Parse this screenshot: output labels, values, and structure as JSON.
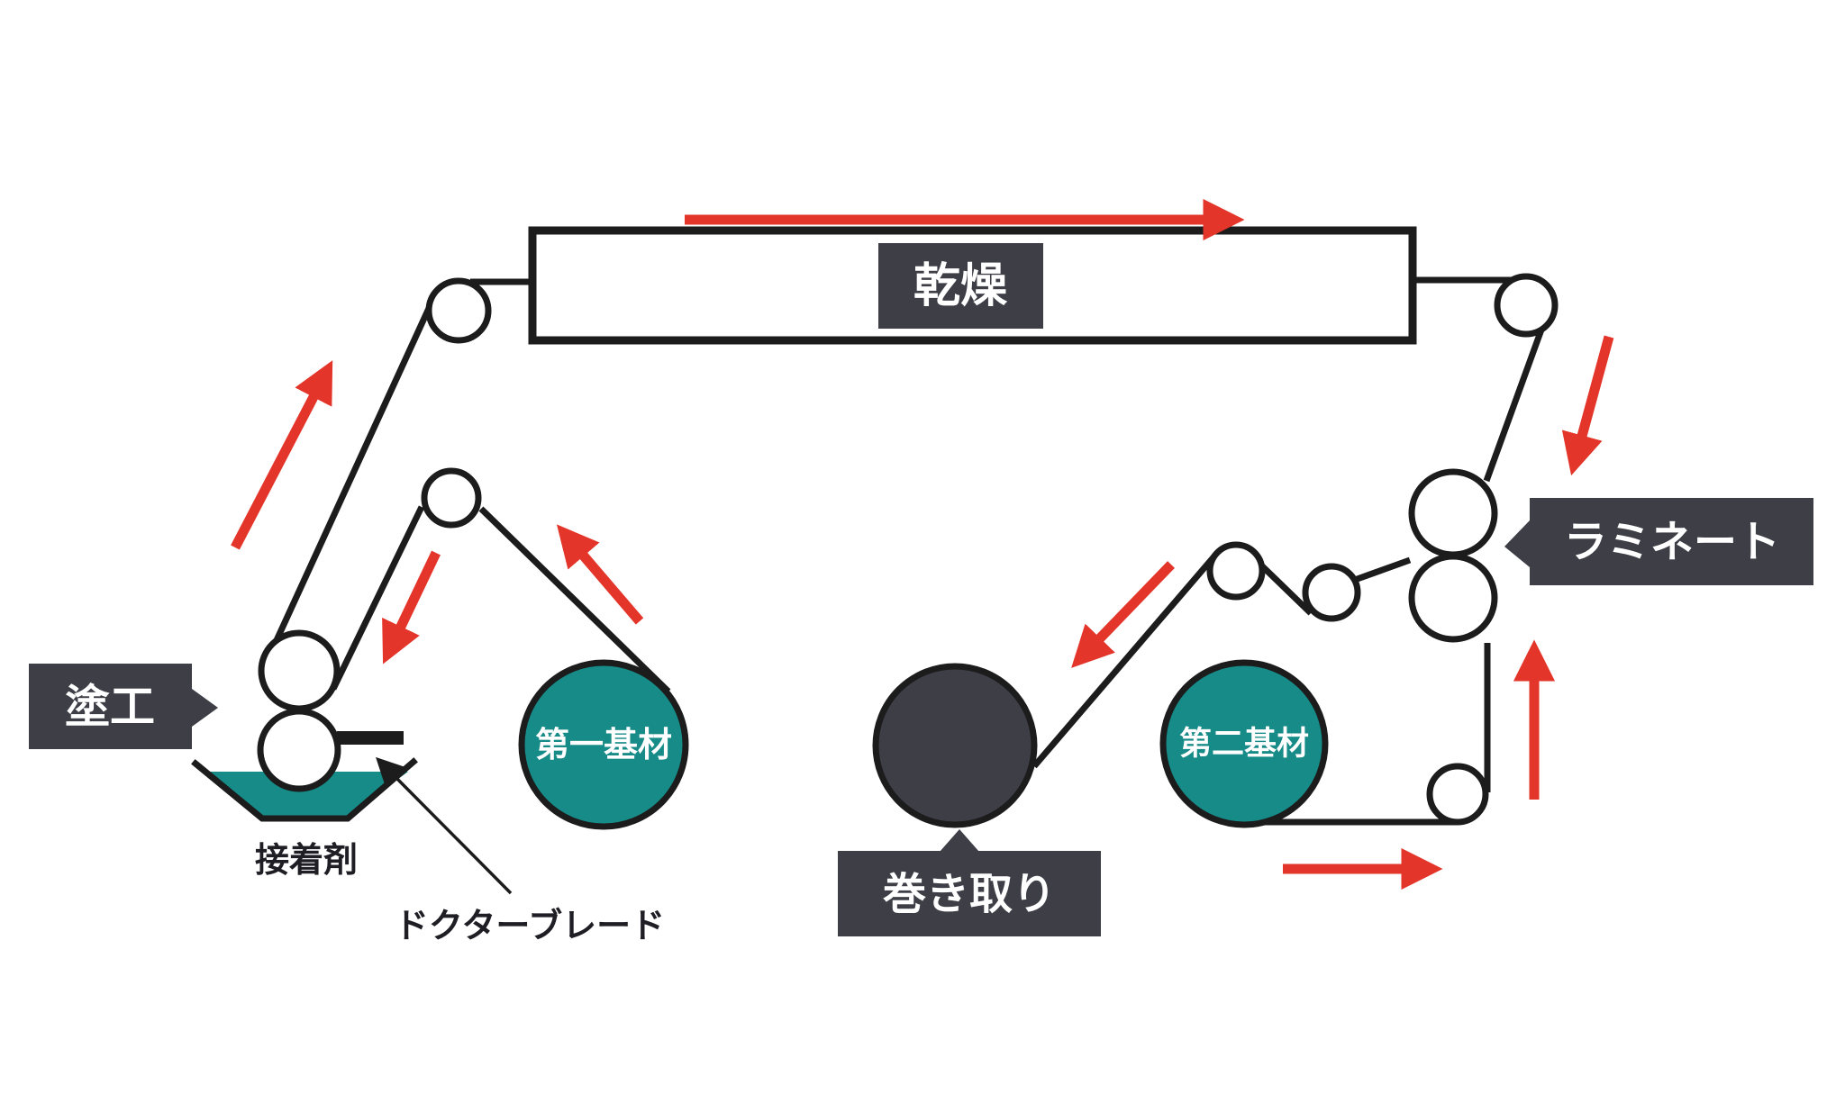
{
  "diagram": {
    "name": "dry-lamination-process-diagram",
    "stations": {
      "coating": {
        "label": "塗工"
      },
      "drying": {
        "label": "乾燥"
      },
      "laminating": {
        "label": "ラミネート"
      },
      "winding": {
        "label": "巻き取り"
      }
    },
    "materials": {
      "substrate1": {
        "label": "第一基材"
      },
      "substrate2": {
        "label": "第二基材"
      },
      "adhesive": {
        "label": "接着剤"
      },
      "doctor_blade": {
        "label": "ドクターブレード"
      }
    },
    "colors": {
      "background": "#ffffff",
      "line_black": "#1c1c1c",
      "label_dark": "#3D3E46",
      "roll_teal": "#168B88",
      "arrow_red": "#E3352A",
      "text_white": "#ffffff",
      "text_dark": "#1e1e24"
    }
  }
}
